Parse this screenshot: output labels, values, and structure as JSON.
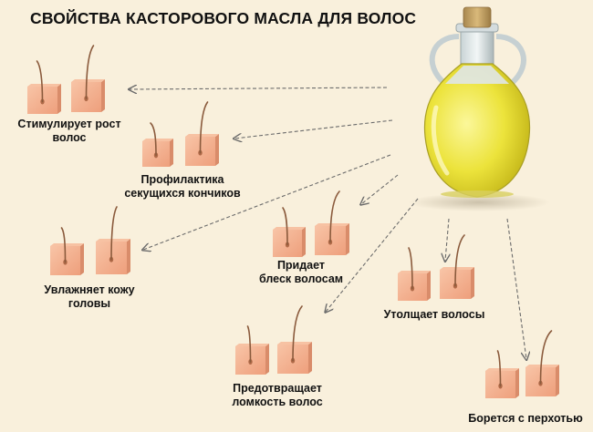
{
  "title": "СВОЙСТВА КАСТОРОВОГО МАСЛА ДЛЯ ВОЛОС",
  "colors": {
    "background": "#f9f0dc",
    "skin": "#f4b08f",
    "skin_dark": "#d98c6a",
    "hair": "#8a5a3c",
    "arrow": "#6b6b6b",
    "oil": "#e9e23a"
  },
  "icons": {
    "bottle": "oil-bottle-icon",
    "follicle": "hair-follicle-icon"
  },
  "properties": [
    {
      "id": "growth",
      "lines": [
        "Стимулирует рост",
        "волос"
      ]
    },
    {
      "id": "split-ends",
      "lines": [
        "Профилактика",
        "секущихся кончиков"
      ]
    },
    {
      "id": "scalp",
      "lines": [
        "Увлажняет кожу",
        "головы"
      ]
    },
    {
      "id": "shine",
      "lines": [
        "Придает",
        "блеск волосам"
      ]
    },
    {
      "id": "thickens",
      "lines": [
        "Утолщает волосы"
      ]
    },
    {
      "id": "brittleness",
      "lines": [
        "Предотвращает",
        "ломкость волос"
      ]
    },
    {
      "id": "dandruff",
      "lines": [
        "Борется с перхотью"
      ]
    }
  ]
}
